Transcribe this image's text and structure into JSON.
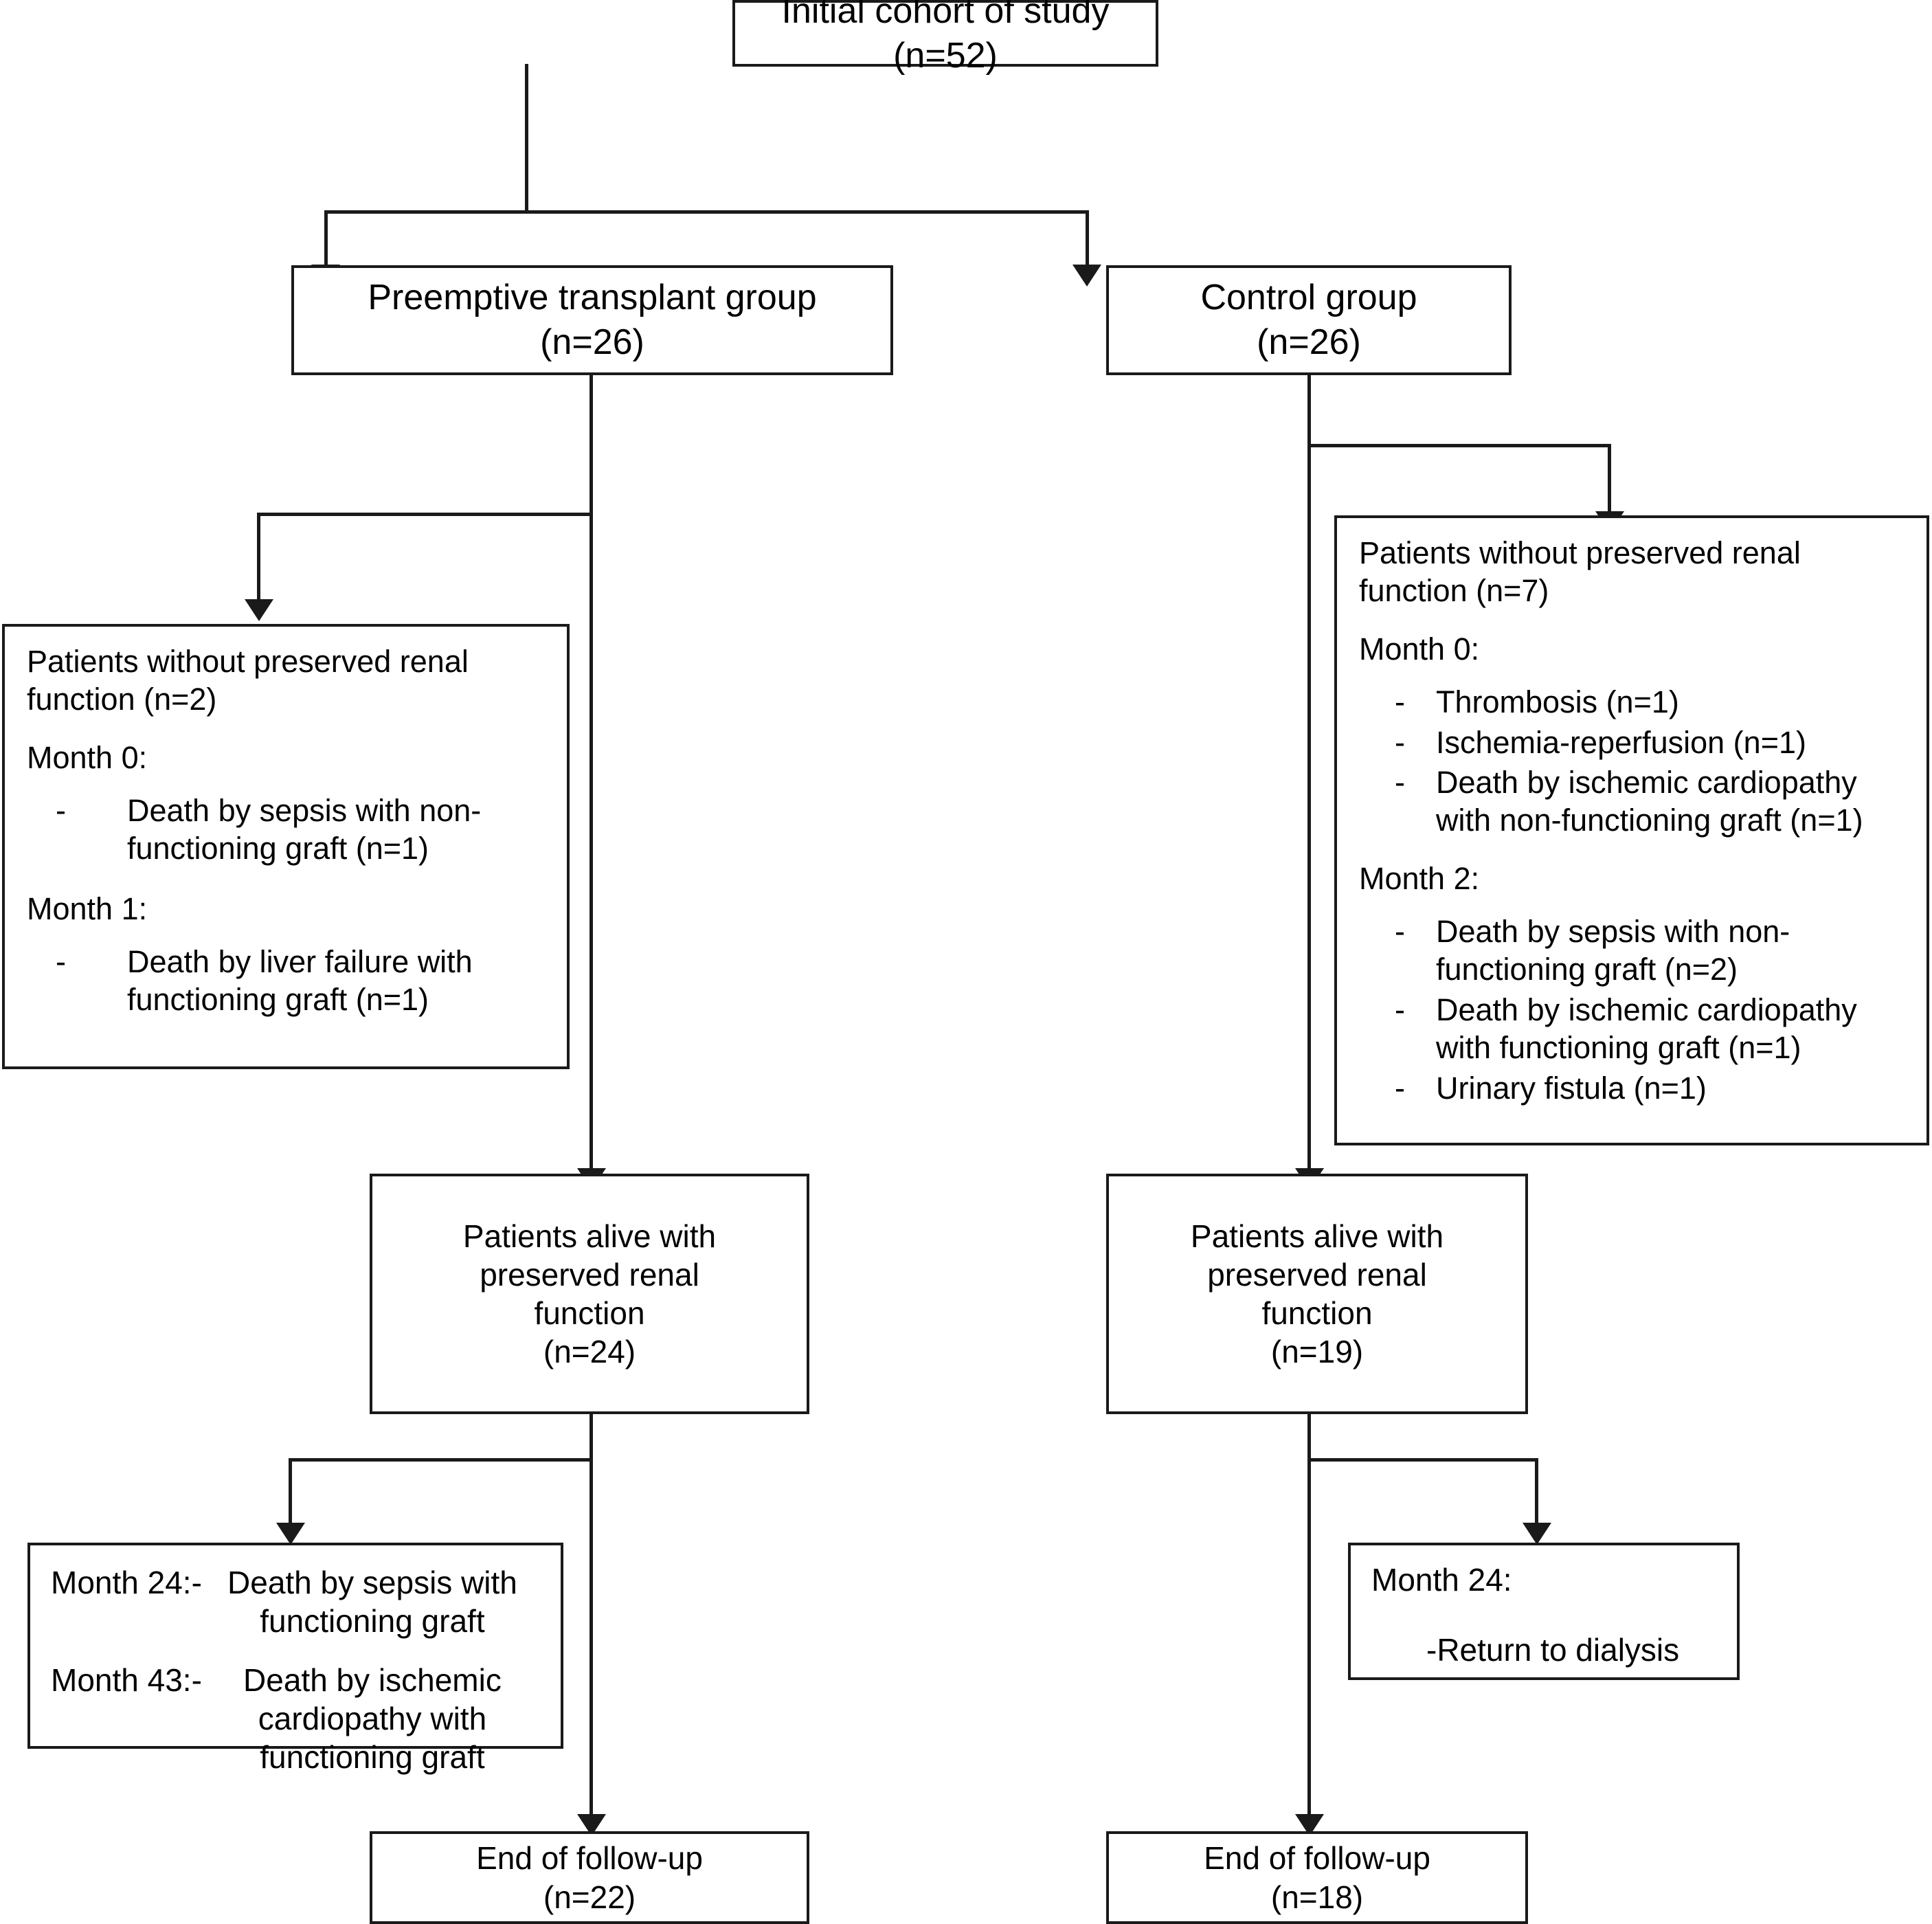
{
  "diagram": {
    "title": "CONSORT-style patient flow diagram",
    "type": "flowchart",
    "stroke_color": "#1a1a1a",
    "background_color": "#ffffff"
  },
  "nodes": {
    "initial_cohort": {
      "label": "Initial cohort of study",
      "count": "(n=52)"
    },
    "preemptive_group": {
      "label": "Preemptive transplant group",
      "count": "(n=26)"
    },
    "control_group": {
      "label": "Control group",
      "count": "(n=26)"
    },
    "left_excluded": {
      "heading": "Patients without preserved renal function (n=2)",
      "sections": [
        {
          "month_label": "Month 0:",
          "items": [
            "Death by sepsis with non-functioning graft (n=1)"
          ]
        },
        {
          "month_label": "Month 1:",
          "items": [
            "Death by liver failure with functioning graft (n=1)"
          ]
        }
      ]
    },
    "right_excluded": {
      "heading": "Patients without preserved renal function (n=7)",
      "sections": [
        {
          "month_label": "Month 0:",
          "items": [
            "Thrombosis (n=1)",
            "Ischemia-reperfusion (n=1)",
            "Death by ischemic cardiopathy with non-functioning graft (n=1)"
          ]
        },
        {
          "month_label": "Month 2:",
          "items": [
            "Death by sepsis with non-functioning graft (n=2)",
            "Death by ischemic cardiopathy with functioning graft (n=1)",
            "Urinary fistula (n=1)"
          ]
        }
      ]
    },
    "left_alive": {
      "line1": "Patients alive with",
      "line2": "preserved renal",
      "line3": "function",
      "count": "(n=24)"
    },
    "right_alive": {
      "line1": "Patients alive with",
      "line2": "preserved renal",
      "line3": "function",
      "count": "(n=19)"
    },
    "left_late_events": {
      "rows": [
        {
          "label": "Month 24:-",
          "value": "Death by sepsis with functioning graft"
        },
        {
          "label": "Month 43:-",
          "value": "Death by ischemic cardiopathy with functioning graft"
        }
      ]
    },
    "right_late_events": {
      "month_label": "Month 24:",
      "item": "-Return to dialysis"
    },
    "left_end": {
      "label": "End of follow-up",
      "count": "(n=22)"
    },
    "right_end": {
      "label": "End of follow-up",
      "count": "(n=18)"
    }
  }
}
